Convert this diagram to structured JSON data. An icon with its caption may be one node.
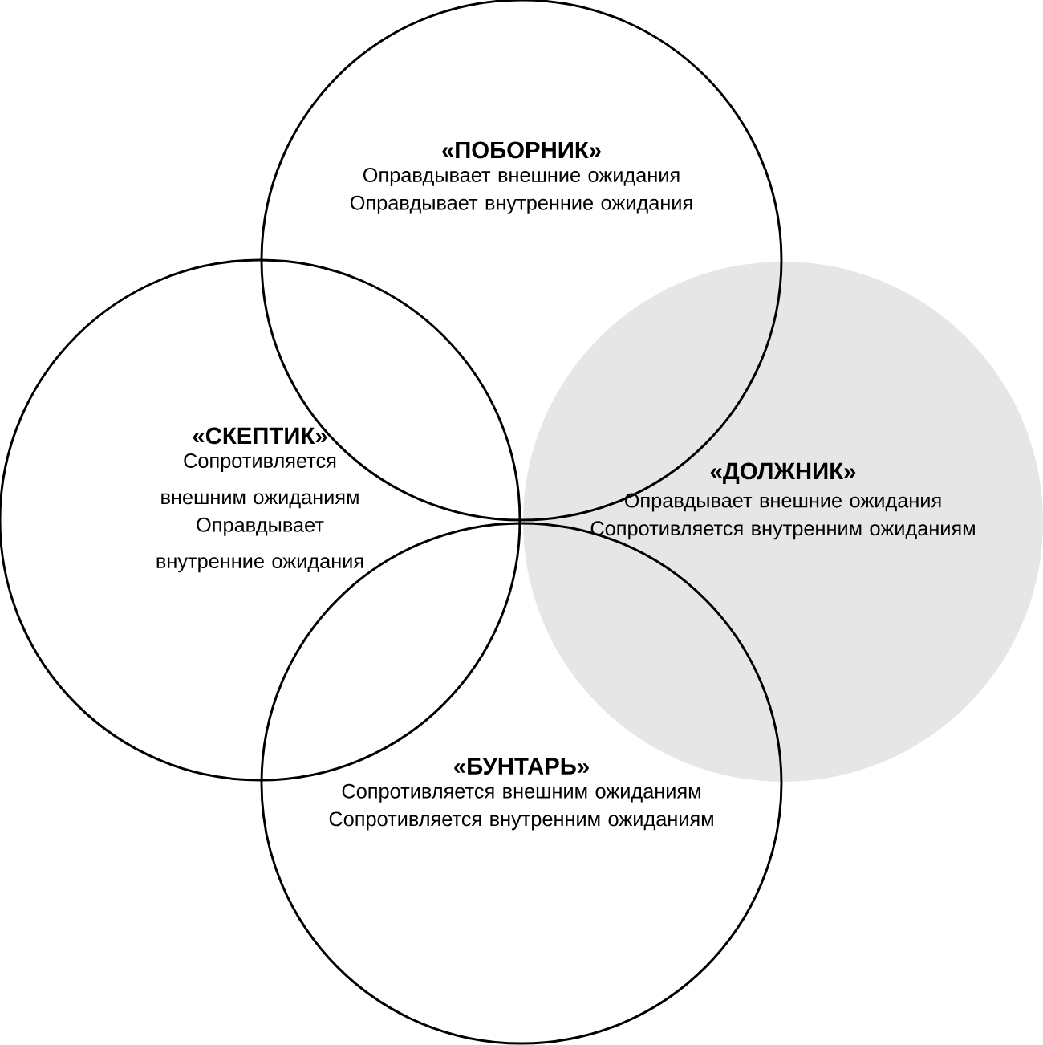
{
  "diagram": {
    "nodes": [
      {
        "text": [
          "«ПОБОРНИК»",
          "Оправдывает внешние ожидания",
          "Оправдывает внутренние ожидания"
        ]
      },
      {
        "text": [
          "«СКЕПТИК»",
          "Сопротивляется внешним ожиданиям",
          "Оправдывает внутренние ожидания"
        ]
      },
      {
        "text": [
          "«ДОЛЖНИК»",
          "Оправдывает внешние ожидания",
          "Сопротивляется внутренним ожиданиям"
        ]
      },
      {
        "text": [
          "«БУНТАРЬ»",
          "Сопротивляется внешним ожиданиям",
          "Сопротивляется внутренним ожиданиям"
        ]
      }
    ]
  }
}
